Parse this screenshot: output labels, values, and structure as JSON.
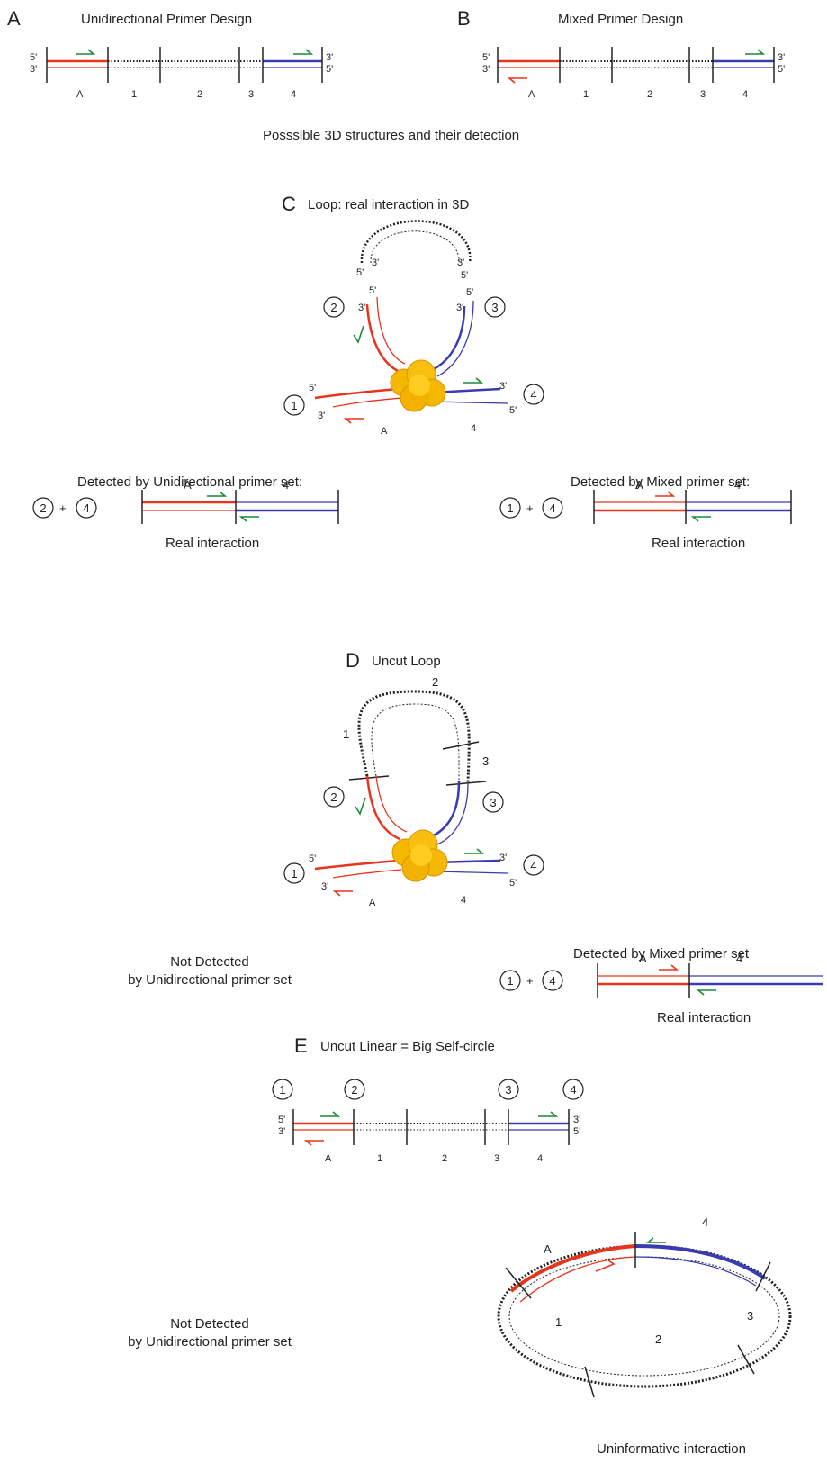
{
  "colors": {
    "red": "#e8341c",
    "blue": "#3a3bb0",
    "green": "#1b8a3a",
    "dark": "#222222",
    "protein": "#f5b800"
  },
  "panels": {
    "A": {
      "letter": "A",
      "title": "Unidirectional Primer Design",
      "segments": [
        "A",
        "1",
        "2",
        "3",
        "4"
      ]
    },
    "B": {
      "letter": "B",
      "title": "Mixed Primer Design",
      "segments": [
        "A",
        "1",
        "2",
        "3",
        "4"
      ]
    },
    "subtitle": "Posssible 3D structures and their detection",
    "C": {
      "letter": "C",
      "title": "Loop: real interaction in 3D"
    },
    "D": {
      "letter": "D",
      "title": "Uncut Loop"
    },
    "E": {
      "letter": "E",
      "title": "Uncut Linear = Big Self-circle"
    }
  },
  "ends": {
    "five": "5'",
    "three": "3'"
  },
  "sites": [
    "1",
    "2",
    "3",
    "4"
  ],
  "segments": {
    "a": "A",
    "s1": "1",
    "s2": "2",
    "s3": "3",
    "s4": "4"
  },
  "detection": {
    "uni_title": "Detected by Unidirectional primer set:",
    "mixed_title": "Detected by Mixed primer set:",
    "mixed_title_d": "Detected by Mixed primer set",
    "plus": "+",
    "real": "Real interaction",
    "not_detected_1": "Not Detected",
    "not_detected_2": "by Unidirectional primer set",
    "uninformative": "Uninformative interaction"
  }
}
